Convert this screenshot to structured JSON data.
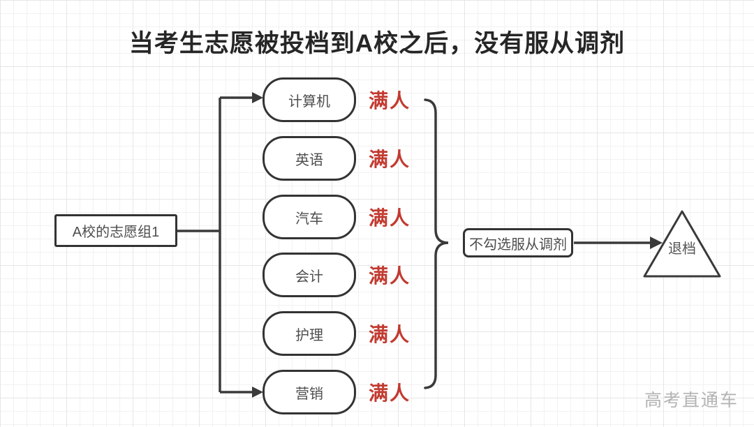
{
  "title": "当考生志愿被投档到A校之后，没有服从调剂",
  "source_group": {
    "label": "A校的志愿组1"
  },
  "majors": [
    {
      "name": "计算机",
      "status": "满人"
    },
    {
      "name": "英语",
      "status": "满人"
    },
    {
      "name": "汽车",
      "status": "满人"
    },
    {
      "name": "会计",
      "status": "满人"
    },
    {
      "name": "护理",
      "status": "满人"
    },
    {
      "name": "营销",
      "status": "满人"
    }
  ],
  "decision": {
    "label": "不勾选服从调剂"
  },
  "outcome": {
    "label": "退档"
  },
  "watermark": "高考直通车",
  "colors": {
    "line": "#3a3a3a",
    "status_red": "#c23a30",
    "node_text": "#4d4d4d",
    "title_text": "#262626",
    "watermark_gray": "#b3b3b3"
  }
}
